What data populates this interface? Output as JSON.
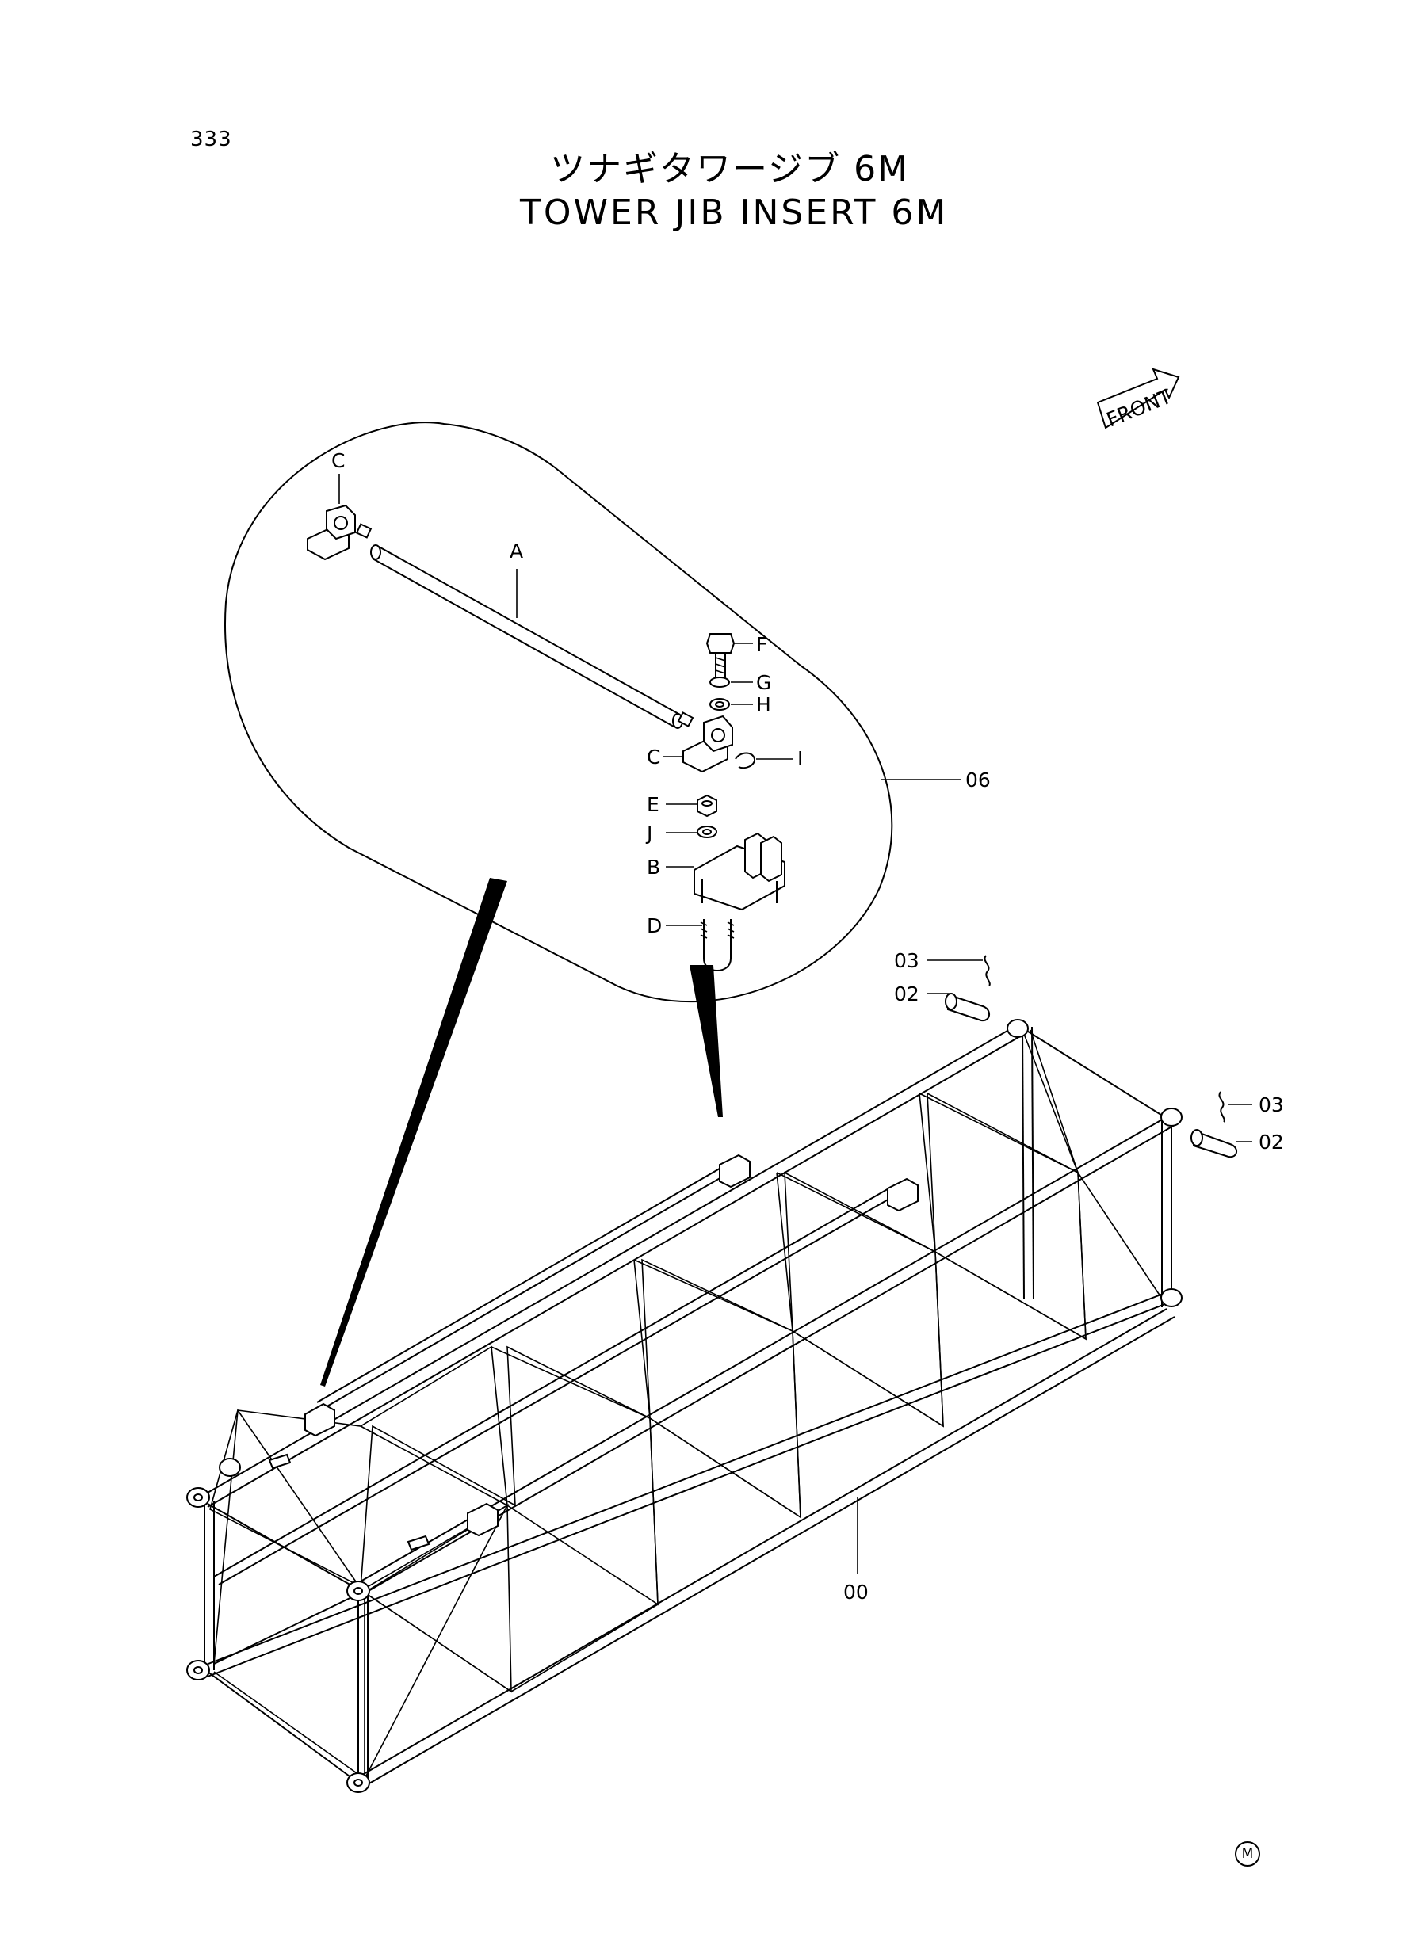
{
  "page_number": "333",
  "title_jp": "ツナギタワージブ 6M",
  "title_en": "TOWER JIB INSERT 6M",
  "front_label": "FRONT",
  "copyright_mark": "M",
  "callouts": {
    "detail": {
      "C_top": "C",
      "A": "A",
      "F": "F",
      "G": "G",
      "H": "H",
      "C_bottom": "C",
      "I": "I",
      "E": "E",
      "J": "J",
      "B": "B",
      "D": "D",
      "detail_ref": "06"
    },
    "main": {
      "pin_upper_clip": "03",
      "pin_upper": "02",
      "pin_right_clip": "03",
      "pin_right": "02",
      "jib_insert": "00"
    }
  },
  "icons": [
    "front-arrow-icon",
    "copyright-circle-icon"
  ]
}
